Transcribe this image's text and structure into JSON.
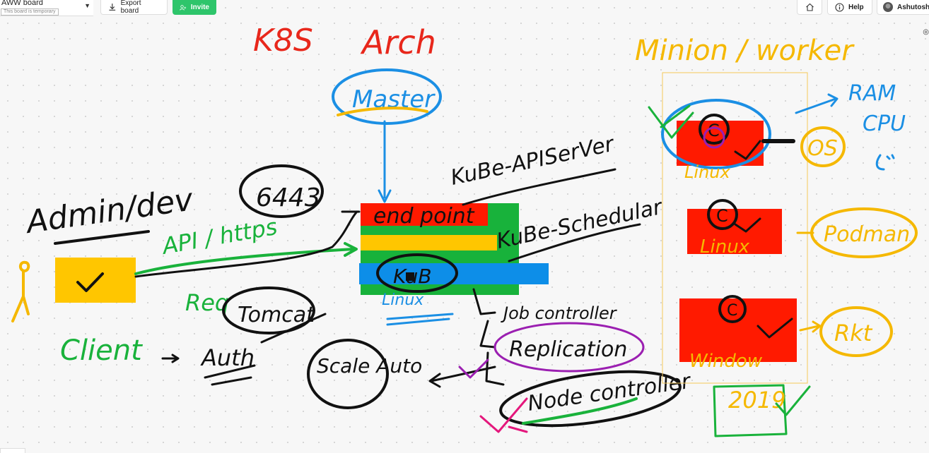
{
  "topbar": {
    "board_name": "AWW board",
    "temp_note": "This board is temporary",
    "export_label": "Export board",
    "invite_label": "Invite",
    "help_label": "Help",
    "user_name": "Ashutosh"
  },
  "icons": {
    "board_menu": "chevron-down-icon",
    "export": "download-icon",
    "invite": "add-user-icon",
    "home": "home-icon",
    "help": "info-icon",
    "user": "avatar",
    "view": "eye-icon"
  },
  "colors": {
    "ink_red": "#e8271b",
    "ink_blue": "#1b8fe4",
    "ink_green": "#19b23b",
    "ink_black": "#111111",
    "ink_yellow": "#f5b800",
    "ink_purple": "#9b1fb1",
    "ink_pink": "#e4177c",
    "fill_red": "#ff1a00",
    "fill_green": "#18b23b",
    "fill_yellow": "#ffc600",
    "fill_blue": "#0d8ee8",
    "invite_green": "#2ec56b"
  },
  "board": {
    "title_k8s": "K8S",
    "title_arch": "Arch",
    "master": "Master",
    "minion_worker": "Minion / worker",
    "admin_dev": "Admin/dev",
    "port": "6443",
    "api_https": "API / https",
    "req": "Req",
    "tomcat": "Tomcat",
    "client": "Client",
    "auth": "Auth",
    "scale_auto": "Scale Auto",
    "apiserver": "KuBe-APISerVer",
    "endpoint": "end point",
    "scheduler": "KuBe-Schedular",
    "kub": "KuB",
    "linux_under": "Linux",
    "job_controller": "Job controller",
    "replication": "Replication",
    "node_controller": "Node controller",
    "ram": "RAM",
    "cpu": "CPU",
    "os": "OS",
    "podman": "Podman",
    "rkt": "Rkt",
    "linux1": "Linux",
    "linux2": "Linux",
    "windows": "Window",
    "year": "2019",
    "c_mark": "C"
  }
}
